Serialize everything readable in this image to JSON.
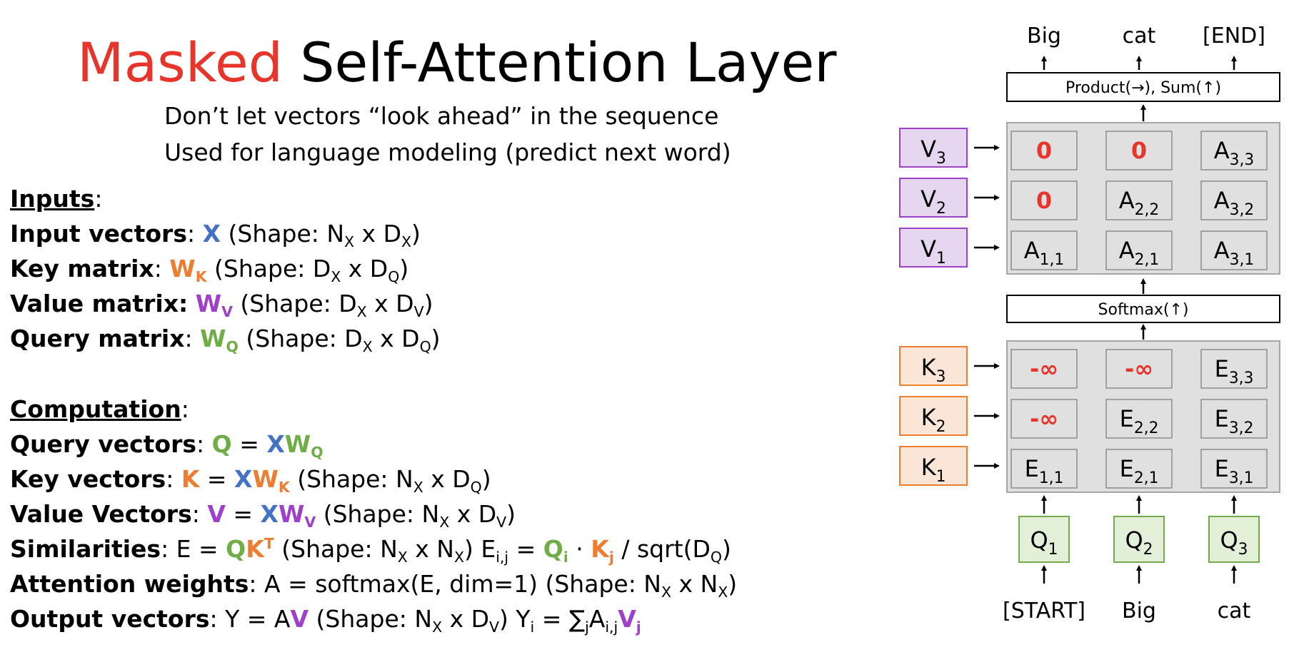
{
  "title": {
    "highlight": "Masked",
    "rest": " Self-Attention Layer"
  },
  "subtitle": [
    "Don’t let vectors “look ahead” in the sequence",
    "Used for language modeling (predict next word)"
  ],
  "inputs": {
    "header": "Inputs",
    "input_vectors": {
      "label": "Input vectors",
      "symbol": "X",
      "shape_prefix": "(Shape: N",
      "shape_mid": " x D",
      "shape_suffix": ")",
      "sub1": "X",
      "sub2": "X"
    },
    "key_matrix": {
      "label": "Key matrix",
      "symbol": "W",
      "symbol_sub": "K",
      "shape_prefix": "(Shape: D",
      "shape_mid": " x D",
      "shape_suffix": ")",
      "sub1": "X",
      "sub2": "Q"
    },
    "value_matrix": {
      "label": "Value matrix:",
      "symbol": "W",
      "symbol_sub": "V",
      "shape_prefix": "(Shape: D",
      "shape_mid": " x D",
      "shape_suffix": ")",
      "sub1": "X",
      "sub2": "V"
    },
    "query_matrix": {
      "label": "Query matrix",
      "symbol": "W",
      "symbol_sub": "Q",
      "shape_prefix": "(Shape: D",
      "shape_mid": " x D",
      "shape_suffix": ")",
      "sub1": "X",
      "sub2": "Q"
    }
  },
  "computation": {
    "header": "Computation",
    "query_vectors": {
      "label": "Query vectors",
      "lhs": "Q",
      "eq": " = ",
      "x": "X",
      "w": "W",
      "w_sub": "Q"
    },
    "key_vectors": {
      "label": "Key vectors",
      "lhs": "K",
      "eq": " = ",
      "x": "X",
      "w": "W",
      "w_sub": "K",
      "shape_prefix": "  (Shape: N",
      "shape_mid": " x D",
      "shape_suffix": ")",
      "sub1": "X",
      "sub2": "Q"
    },
    "value_vectors": {
      "label": "Value Vectors",
      "lhs": "V",
      "eq": " = ",
      "x": "X",
      "w": "W",
      "w_sub": "V",
      "shape_prefix": " (Shape: N",
      "shape_mid": " x D",
      "shape_suffix": ")",
      "sub1": "X",
      "sub2": "V"
    },
    "similarities": {
      "label": "Similarities",
      "text1": " E = ",
      "q": "Q",
      "k": "K",
      "k_sup": "T",
      "shape_prefix": " (Shape: N",
      "shape_mid": " x N",
      "shape_suffix": ")",
      "sub1": "X",
      "sub2": "X",
      "e": " E",
      "e_sub": "i,j",
      "eq": " = ",
      "qi": "Q",
      "qi_sub": "i",
      "dot": " · ",
      "kj": "K",
      "kj_sub": "j",
      "tail_prefix": " / sqrt(D",
      "tail_sub": "Q",
      "tail_suffix": ")"
    },
    "attention_weights": {
      "label": "Attention weights",
      "text": " A = softmax(E, dim=1)  ",
      "shape_prefix": "(Shape: N",
      "shape_mid": " x N",
      "shape_suffix": ")",
      "sub1": "X",
      "sub2": "X"
    },
    "output_vectors": {
      "label": "Output vectors",
      "text": " Y = A",
      "v": "V",
      "shape_prefix": " (Shape: N",
      "shape_mid": " x D",
      "shape_suffix": ")",
      "sub1": "X",
      "sub2": "V",
      "y": " Y",
      "y_sub": "i",
      "eq": " = ∑",
      "sum_sub": "j",
      "a": "A",
      "a_sub": "i,j",
      "vj": "V",
      "vj_sub": "j"
    }
  },
  "diagram": {
    "outputs": [
      "Big",
      "cat",
      "[END]"
    ],
    "product_box": "Product(→),  Sum(↑)",
    "softmax_box": "Softmax(↑)",
    "inputs": [
      "[START]",
      "Big",
      "cat"
    ],
    "value_labels": [
      {
        "name": "V",
        "sub": "3"
      },
      {
        "name": "V",
        "sub": "2"
      },
      {
        "name": "V",
        "sub": "1"
      }
    ],
    "key_labels": [
      {
        "name": "K",
        "sub": "3"
      },
      {
        "name": "K",
        "sub": "2"
      },
      {
        "name": "K",
        "sub": "1"
      }
    ],
    "query_labels": [
      {
        "name": "Q",
        "sub": "1"
      },
      {
        "name": "Q",
        "sub": "2"
      },
      {
        "name": "Q",
        "sub": "3"
      }
    ],
    "attention_grid": [
      [
        {
          "name": "0",
          "sub": "",
          "masked": true
        },
        {
          "name": "0",
          "sub": "",
          "masked": true
        },
        {
          "name": "A",
          "sub": "3,3",
          "masked": false
        }
      ],
      [
        {
          "name": "0",
          "sub": "",
          "masked": true
        },
        {
          "name": "A",
          "sub": "2,2",
          "masked": false
        },
        {
          "name": "A",
          "sub": "3,2",
          "masked": false
        }
      ],
      [
        {
          "name": "A",
          "sub": "1,1",
          "masked": false
        },
        {
          "name": "A",
          "sub": "2,1",
          "masked": false
        },
        {
          "name": "A",
          "sub": "3,1",
          "masked": false
        }
      ]
    ],
    "similarity_grid": [
      [
        {
          "name": "-∞",
          "sub": "",
          "masked": true
        },
        {
          "name": "-∞",
          "sub": "",
          "masked": true
        },
        {
          "name": "E",
          "sub": "3,3",
          "masked": false
        }
      ],
      [
        {
          "name": "-∞",
          "sub": "",
          "masked": true
        },
        {
          "name": "E",
          "sub": "2,2",
          "masked": false
        },
        {
          "name": "E",
          "sub": "3,2",
          "masked": false
        }
      ],
      [
        {
          "name": "E",
          "sub": "1,1",
          "masked": false
        },
        {
          "name": "E",
          "sub": "2,1",
          "masked": false
        },
        {
          "name": "E",
          "sub": "3,1",
          "masked": false
        }
      ]
    ],
    "colors": {
      "red": "#e8352b",
      "value_fill": "#e6d7f0",
      "value_stroke": "#9e40c9",
      "key_fill": "#fbe5d6",
      "key_stroke": "#ed7d31",
      "query_fill": "#e2f0d9",
      "query_stroke": "#70ad47",
      "grid_fill": "#e0e0e0",
      "grid_stroke": "#a6a6a6"
    }
  }
}
